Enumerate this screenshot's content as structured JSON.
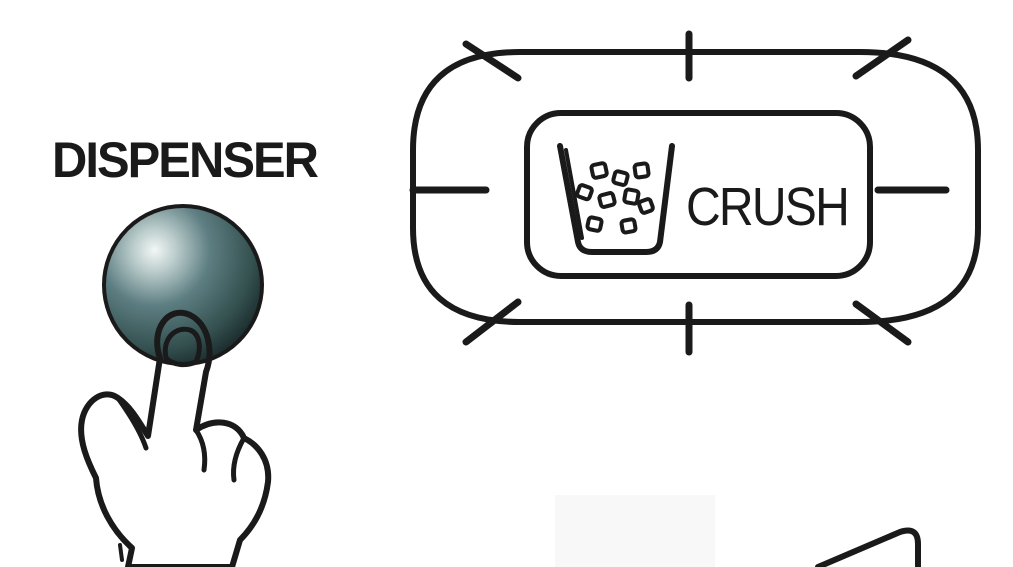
{
  "dispenser": {
    "label": "DISPENSER"
  },
  "display": {
    "mode_label": "CRUSH",
    "mode_icon": "crushed-ice-cup-icon",
    "state": "lit"
  },
  "colors": {
    "ink": "#1a1a1a",
    "button_face": "#3f5e62",
    "button_highlight": "#e8f0ef",
    "background": "#ffffff"
  }
}
